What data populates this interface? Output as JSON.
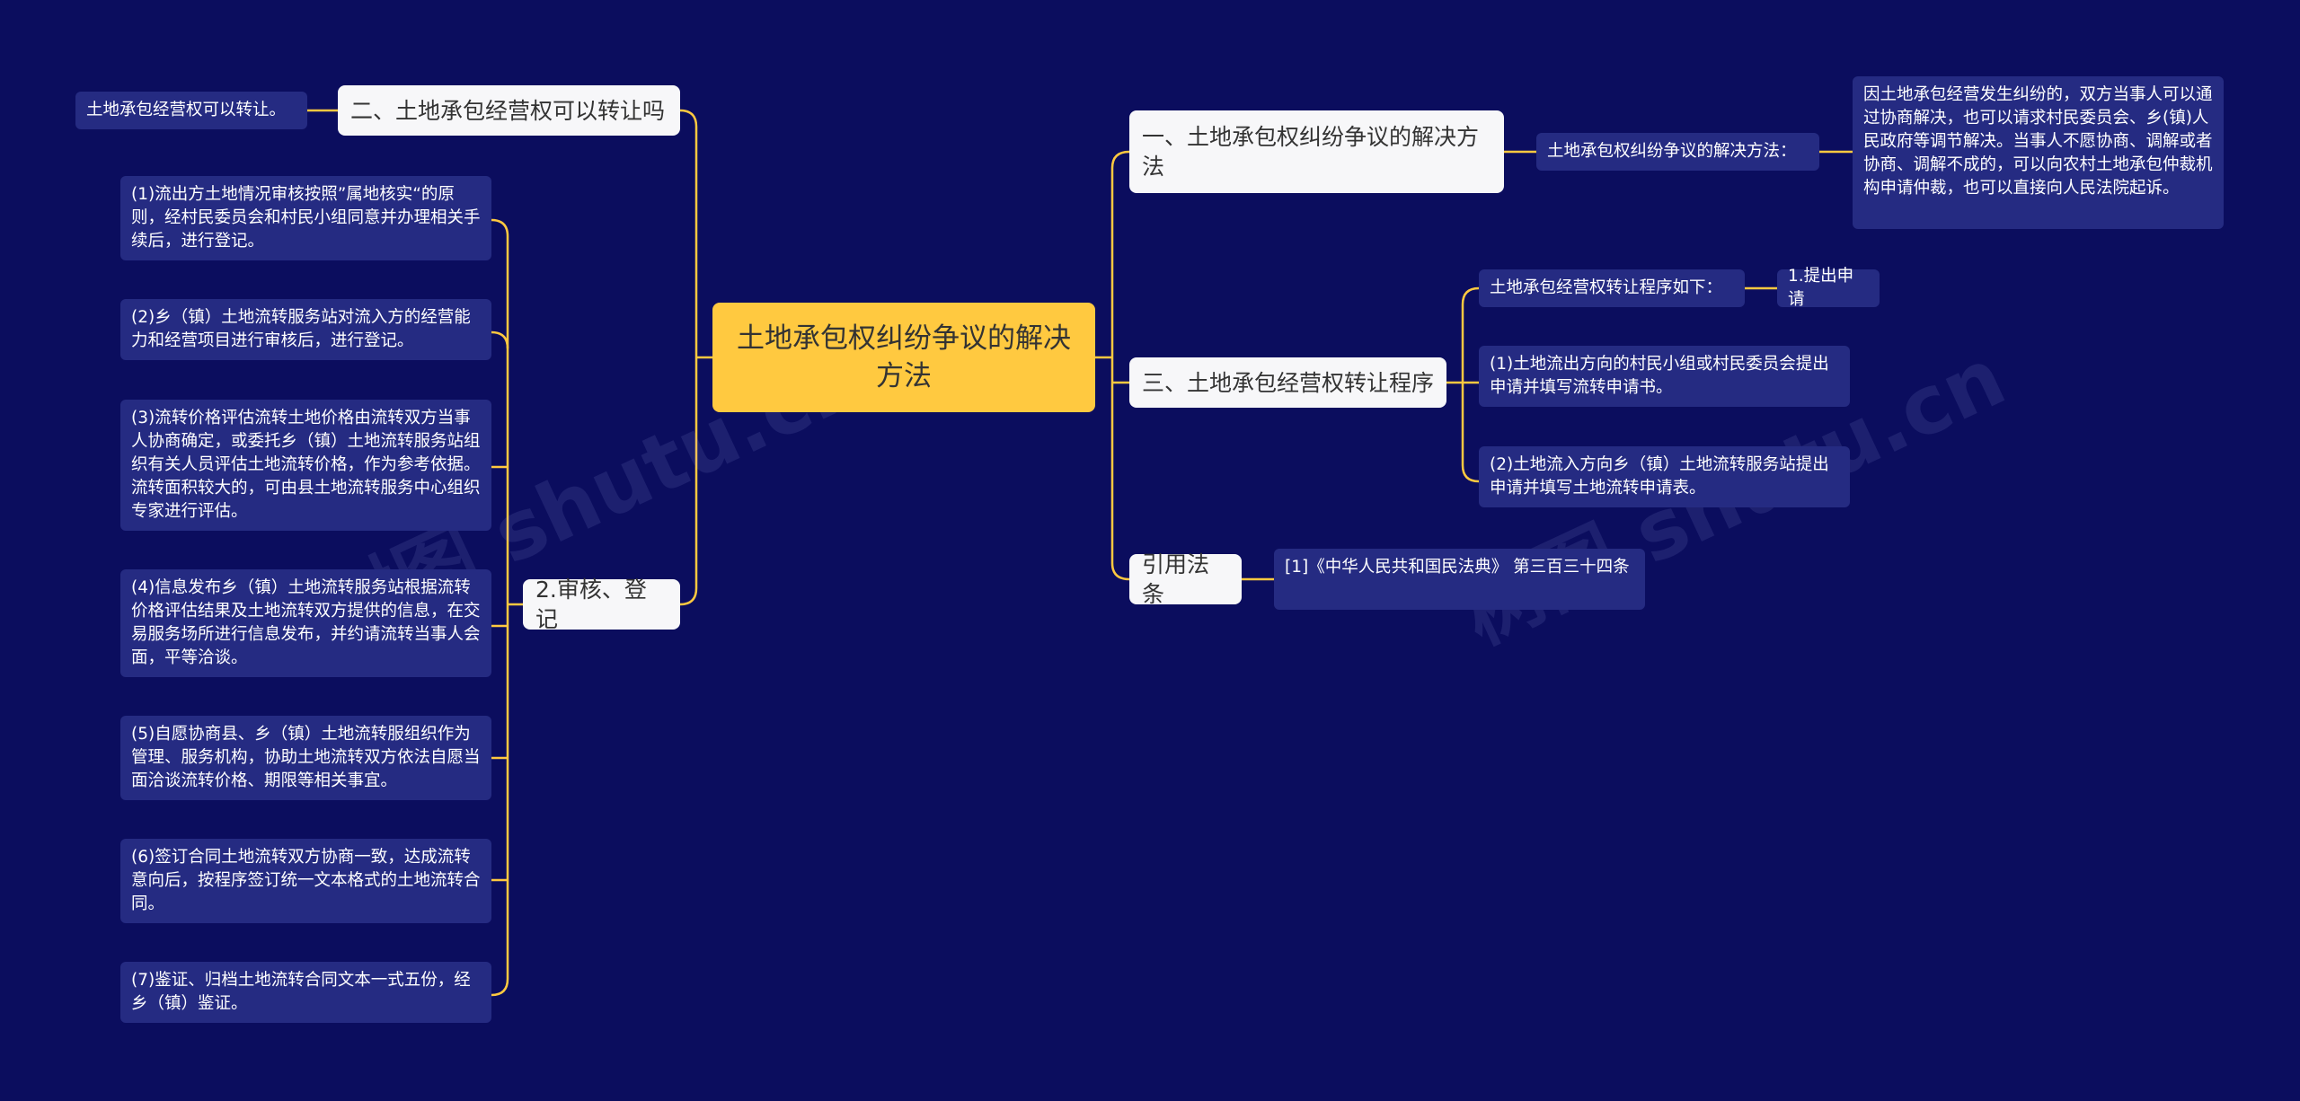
{
  "watermark": "树图 shutu.cn",
  "colors": {
    "background": "#0b0d5e",
    "root": "#ffc940",
    "connector": "#ffc940",
    "leaf": "#252b82",
    "main": "#f7f7f9"
  },
  "root": {
    "title": "土地承包权纠纷争议的解决方法"
  },
  "left": {
    "branch1": {
      "title": "二、土地承包经营权可以转让吗",
      "leaf": "土地承包经营权可以转让。"
    },
    "branch2": {
      "title": "2.审核、登记",
      "items": [
        "(1)流出方土地情况审核按照”属地核实“的原则，经村民委员会和村民小组同意并办理相关手续后，进行登记。",
        "(2)乡（镇）土地流转服务站对流入方的经营能力和经营项目进行审核后，进行登记。",
        "(3)流转价格评估流转土地价格由流转双方当事人协商确定，或委托乡（镇）土地流转服务站组织有关人员评估土地流转价格，作为参考依据。流转面积较大的，可由县土地流转服务中心组织专家进行评估。",
        "(4)信息发布乡（镇）土地流转服务站根据流转价格评估结果及土地流转双方提供的信息，在交易服务场所进行信息发布，并约请流转当事人会面，平等洽谈。",
        "(5)自愿协商县、乡（镇）土地流转服组织作为管理、服务机构，协助土地流转双方依法自愿当面洽谈流转价格、期限等相关事宜。",
        "(6)签订合同土地流转双方协商一致，达成流转意向后，按程序签订统一文本格式的土地流转合同。",
        "(7)鉴证、归档土地流转合同文本一式五份，经乡（镇）鉴证。"
      ]
    }
  },
  "right": {
    "branch1": {
      "title": "一、土地承包权纠纷争议的解决方法",
      "sub": "土地承包权纠纷争议的解决方法：",
      "detail": "因土地承包经营发生纠纷的，双方当事人可以通过协商解决，也可以请求村民委员会、乡(镇)人民政府等调节解决。当事人不愿协商、调解或者协商、调解不成的，可以向农村土地承包仲裁机构申请仲裁，也可以直接向人民法院起诉。"
    },
    "branch2": {
      "title": "三、土地承包经营权转让程序",
      "sub1": "土地承包经营权转让程序如下：",
      "sub1_child": "1.提出申请",
      "sub2": "(1)土地流出方向的村民小组或村民委员会提出申请并填写流转申请书。",
      "sub3": "(2)土地流入方向乡（镇）土地流转服务站提出申请并填写土地流转申请表。"
    },
    "branch3": {
      "title": "引用法条",
      "leaf": "[1]《中华人民共和国民法典》 第三百三十四条"
    }
  }
}
